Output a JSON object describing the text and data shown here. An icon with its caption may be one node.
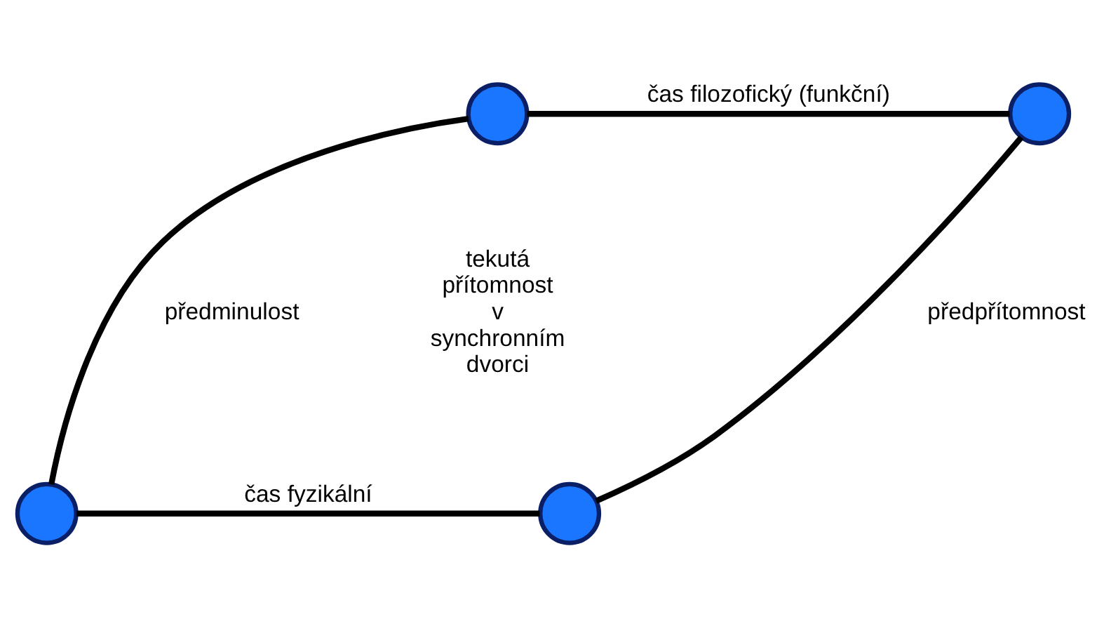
{
  "diagram": {
    "nodes": [
      {
        "text": [],
        "shape": "circle"
      },
      {
        "text": [],
        "shape": "circle"
      },
      {
        "text": [],
        "shape": "circle"
      },
      {
        "text": [],
        "shape": "circle"
      }
    ],
    "edges": [
      {
        "from": 0,
        "to": 1,
        "arrow": "none",
        "label": "čas filozofický (funkční)"
      },
      {
        "from": 0,
        "to": 2,
        "arrow": "none",
        "label": "předminulost"
      },
      {
        "from": 1,
        "to": 3,
        "arrow": "none",
        "label": "předpřítomnost"
      },
      {
        "from": 2,
        "to": 3,
        "arrow": "none",
        "label": "čas fyzikální"
      }
    ],
    "labels": [
      "tekutá přítomnost v synchronním dvorci"
    ]
  }
}
